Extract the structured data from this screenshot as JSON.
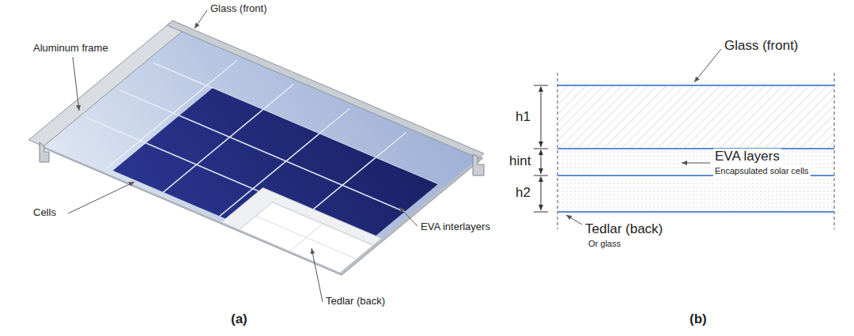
{
  "diagram": {
    "labels": [
      "Glass (front)",
      "Aluminum frame",
      "Cells",
      "EVA interlayers",
      "Tedlar (back)",
      "(a)",
      "Glass (front)",
      "h1",
      "hint",
      "h2",
      "EVA layers",
      "Encapsulated solar cells",
      "Tedlar (back)",
      "Or glass",
      "(b)"
    ]
  }
}
